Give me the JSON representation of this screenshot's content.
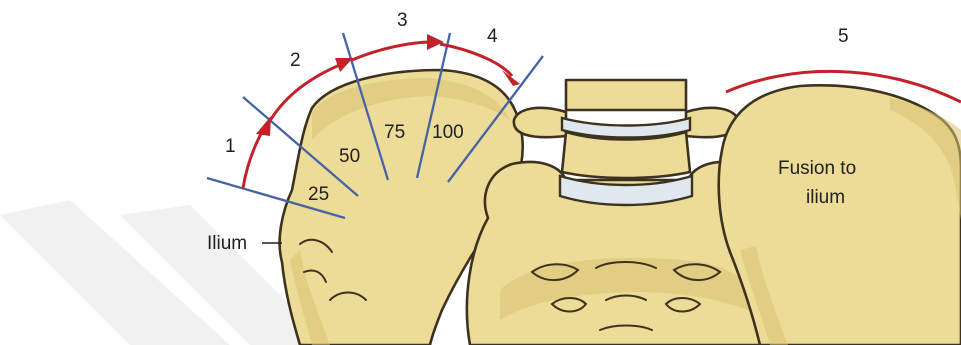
{
  "stages": [
    {
      "id": 1,
      "label": "1"
    },
    {
      "id": 2,
      "label": "2"
    },
    {
      "id": 3,
      "label": "3"
    },
    {
      "id": 4,
      "label": "4"
    },
    {
      "id": 5,
      "label": "5"
    }
  ],
  "percentages": [
    "25",
    "50",
    "75",
    "100"
  ],
  "ilium_label": "Ilium",
  "fusion_label_line1": "Fusion to",
  "fusion_label_line2": "ilium",
  "colors": {
    "bone": "#eddc97",
    "outline": "#3d3220",
    "disc": "#dfe8ee",
    "measure_lines": "#4763a8",
    "stage_arcs": "#c2232a"
  }
}
